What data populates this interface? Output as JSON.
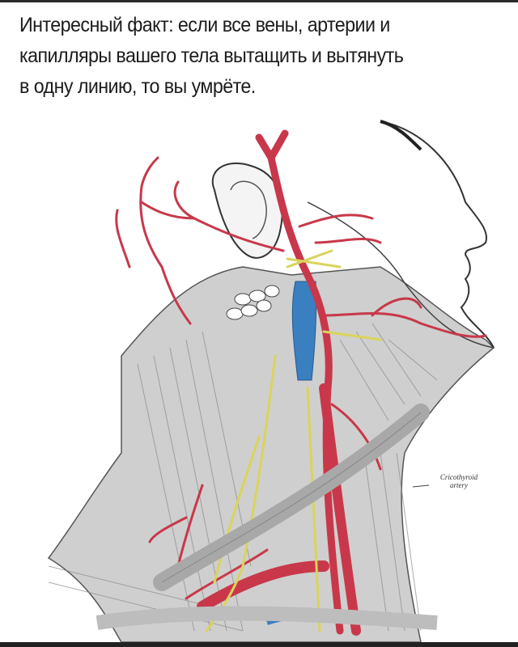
{
  "caption": {
    "lines": [
      "Интересный факт: если все вены, артерии и",
      "капилляры вашего тела вытащить и вытянуть",
      "в одну линию, то вы умрёте."
    ]
  },
  "illustration": {
    "subject": "anatomical-neck-arteries",
    "labels": {
      "cricothyroid": "Cricothyroid",
      "artery": "artery"
    },
    "colors": {
      "artery": "#c8384a",
      "vein": "#3a7fc0",
      "nerve": "#d9d45a",
      "muscle": "#b8b8b8",
      "outline": "#3a3a3a"
    }
  }
}
